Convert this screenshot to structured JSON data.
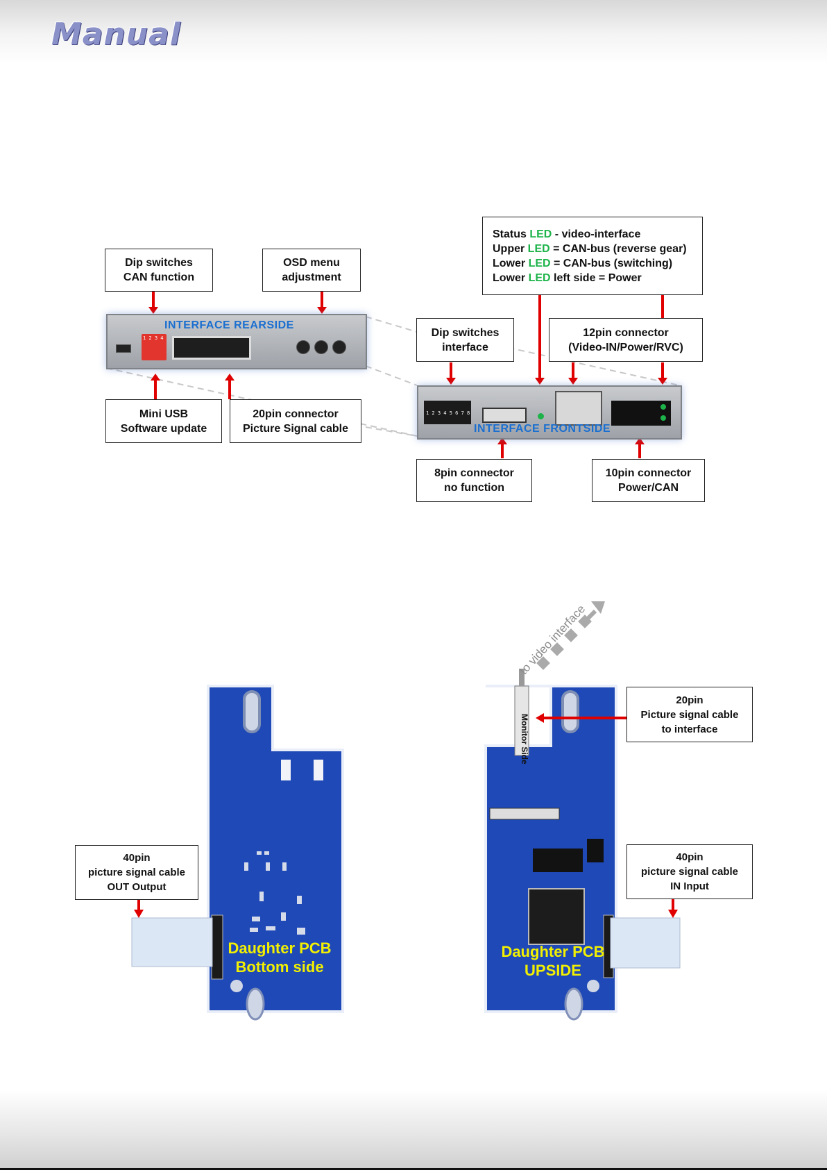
{
  "header": {
    "brand": "Manual"
  },
  "interface": {
    "rear_label": "INTERFACE  REARSIDE",
    "front_label": "INTERFACE   FRONTSIDE",
    "rear_dip_markings": "1 2 3 4",
    "front_dip_markings": "1 2 3 4 5 6 7 8"
  },
  "callouts": {
    "dip_can": [
      "Dip switches",
      "CAN function"
    ],
    "osd": [
      "OSD menu",
      "adjustment"
    ],
    "status_led": {
      "line1": {
        "a": "Status ",
        "led": "LED",
        "b": " - video-interface"
      },
      "line2": {
        "a": "Upper ",
        "led": "LED",
        "b": " = CAN-bus (reverse gear)"
      },
      "line3": {
        "a": "Lower ",
        "led": "LED",
        "b": " = CAN-bus (switching)"
      },
      "line4": {
        "a": "Lower ",
        "led": "LED",
        "b": " left side = Power"
      }
    },
    "dip_interface": [
      "Dip switches",
      "interface"
    ],
    "pin12": [
      "12pin connector",
      "(Video-IN/Power/RVC)"
    ],
    "mini_usb": [
      "Mini USB",
      "Software update"
    ],
    "pin20": [
      "20pin connector",
      "Picture Signal cable"
    ],
    "pin8": [
      "8pin connector",
      "no function"
    ],
    "pin10": [
      "10pin connector",
      "Power/CAN"
    ]
  },
  "pcb": {
    "to_video": "to video interface",
    "monitor_side": "Monitor Side",
    "bottom_text": [
      "Daughter PCB",
      "Bottom side"
    ],
    "up_text": [
      "Daughter PCB",
      "UPSIDE"
    ],
    "out_callout": [
      "40pin",
      "picture signal cable",
      "OUT Output"
    ],
    "in_callout": [
      "40pin",
      "picture signal cable",
      "IN Input"
    ],
    "pin20_callout": [
      "20pin",
      "Picture signal cable",
      "to interface"
    ]
  },
  "colors": {
    "arrow": "#e00000",
    "led_text": "#1db34a",
    "pcb": "#1f49b6",
    "pcb_text": "#f2f000",
    "panel_label": "#1a6fd0"
  }
}
